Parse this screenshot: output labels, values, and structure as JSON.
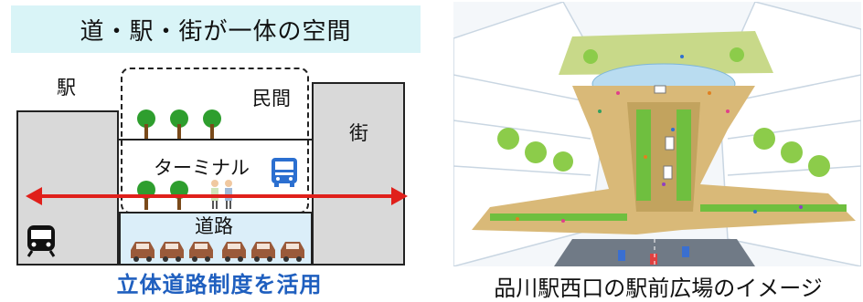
{
  "diagram": {
    "title": "道・駅・街が一体の空間",
    "labels": {
      "station": "駅",
      "private": "民間",
      "town": "街",
      "terminal": "ターミナル",
      "road": "道路"
    },
    "caption": "立体道路制度を活用",
    "colors": {
      "title_bg": "#d9f4f7",
      "arrow": "#e0201b",
      "caption": "#1f5fbf",
      "road_bg": "#dbeef9",
      "tree": "#2e9e2e",
      "car": "#9a5a3a",
      "bus": "#2b6fd0"
    }
  },
  "illustration": {
    "caption": "品川駅西口の駅前広場のイメージ"
  }
}
